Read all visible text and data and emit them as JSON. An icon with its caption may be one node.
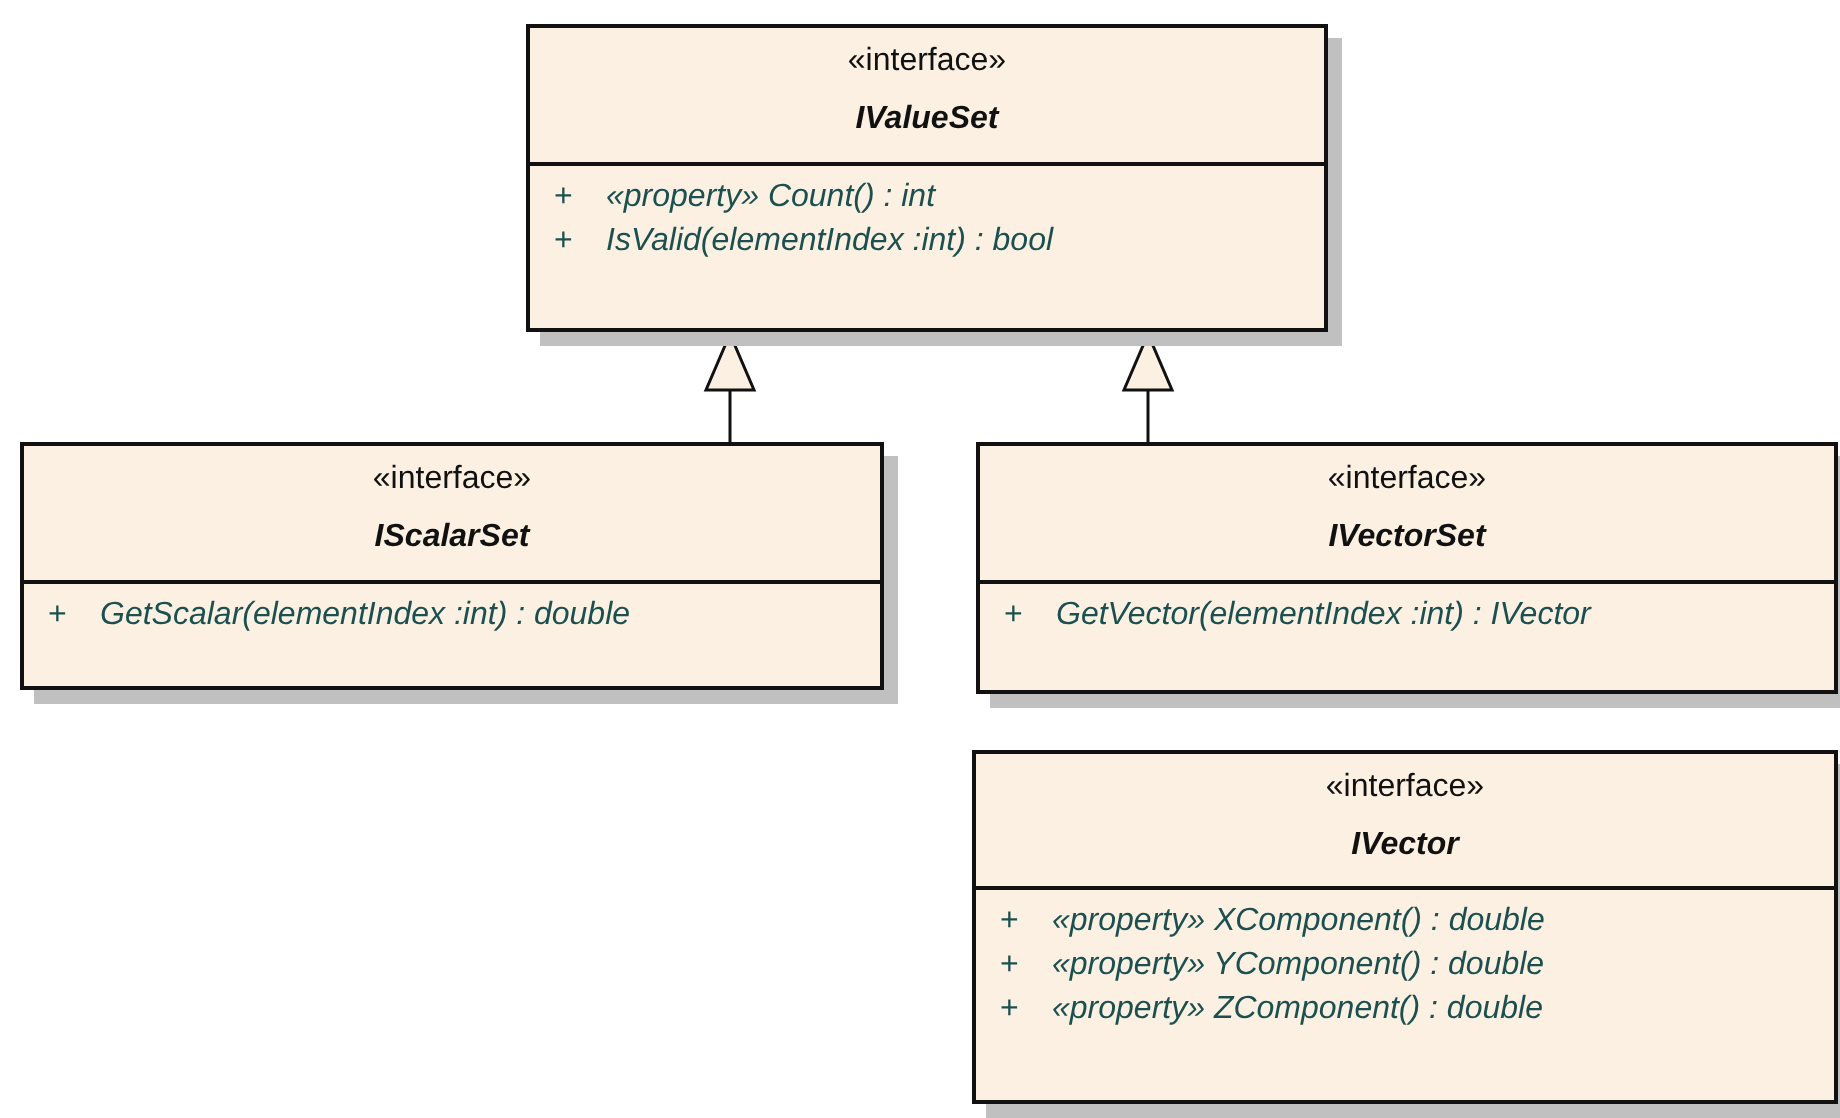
{
  "diagram": {
    "nodes": [
      {
        "text": [
          "«interface»",
          "IValueSet",
          "+",
          "«property» Count() : int",
          "+",
          "IsValid(elementIndex :int) : bool"
        ]
      },
      {
        "text": [
          "«interface»",
          "IScalarSet",
          "+",
          "GetScalar(elementIndex :int) : double"
        ]
      },
      {
        "text": [
          "«interface»",
          "IVectorSet",
          "+",
          "GetVector(elementIndex :int) : IVector"
        ]
      },
      {
        "text": [
          "«interface»",
          "IVector",
          "+",
          "«property» XComponent() : double",
          "+",
          "«property» YComponent() : double",
          "+",
          "«property» ZComponent() : double"
        ]
      }
    ],
    "edges": [
      {
        "from": 1,
        "to": 0,
        "arrow": "to"
      },
      {
        "from": 2,
        "to": 0,
        "arrow": "to"
      }
    ]
  }
}
